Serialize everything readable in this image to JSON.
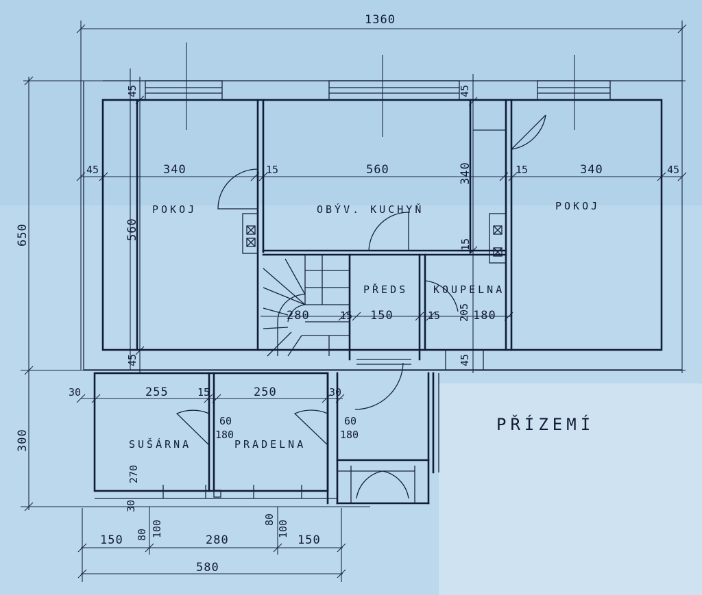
{
  "plan": {
    "title": "PŘÍZEMÍ",
    "rooms": {
      "pokoj_left": "POKOJ",
      "obyv_kuchyn": "OBÝV. KUCHYŇ",
      "pokoj_right": "POKOJ",
      "predsin": "PŘEDS",
      "koupelna": "KOUPELNA",
      "susarna": "SUŠÁRNA",
      "pradelna": "PRADELNA"
    },
    "dimensions": {
      "overall_width": "1360",
      "overall_depth": "650",
      "annex_depth": "300",
      "annex_width": "580",
      "pokoj_left_width": "340",
      "kuchyn_width": "560",
      "pokoj_right_width": "340",
      "pokoj_left_depth": "560",
      "kuchyn_depth": "340",
      "wall_45_top_left": "45",
      "wall_45_top_mid": "45",
      "wall_45_left": "45",
      "wall_45_right": "45",
      "wall_45_bottom_left": "45",
      "wall_45_bottom_right": "45",
      "wall_15_a": "15",
      "wall_15_b": "15",
      "wall_15_c": "15",
      "wall_15_d": "15",
      "wall_15_e": "15",
      "wall_15_f": "15",
      "stair_width": "280",
      "predsin_width": "150",
      "koupelna_width": "180",
      "koupelna_depth": "205",
      "annex_wall_30_left": "30",
      "annex_wall_30_right": "30",
      "susarna_width": "255",
      "pradelna_width": "250",
      "susarna_depth": "270",
      "window_60_a": "60",
      "window_180_a": "180",
      "window_60_b": "60",
      "window_180_b": "180",
      "bottom_150_left": "150",
      "bottom_280": "280",
      "bottom_150_right": "150",
      "bottom_80_a": "80",
      "bottom_100_a": "100",
      "bottom_80_b": "80",
      "bottom_100_b": "100",
      "bottom_30": "30"
    }
  }
}
